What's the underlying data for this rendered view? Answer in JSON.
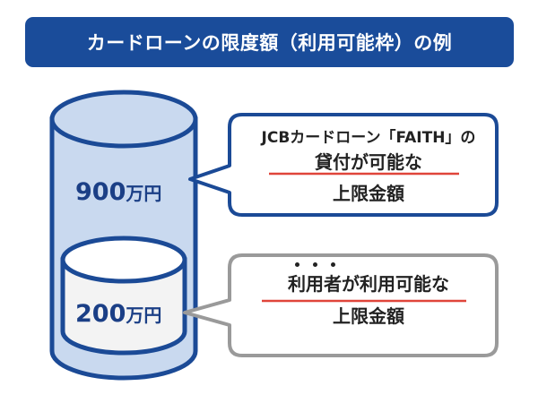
{
  "title": "カードローンの限度額（利用可能枠）の例",
  "outer_limit": {
    "number": "900",
    "unit": "万円"
  },
  "inner_limit": {
    "number": "200",
    "unit": "万円"
  },
  "callout_outer": {
    "line1": "JCBカードローン「FAITH」の",
    "line2": "貸付が可能な",
    "line3": "上限金額"
  },
  "callout_inner": {
    "emphasis_chars": [
      "利",
      "用",
      "者"
    ],
    "line2_rest": "が利用可能な",
    "line3": "上限金額"
  },
  "colors": {
    "banner": "#1a4c9a",
    "cylinder_outer_fill": "#c9d9ef",
    "cylinder_inner_fill": "#f3f3f3",
    "outline_blue": "#1b4a96",
    "outline_gray": "#9a9a9a",
    "underline_red": "#e0453a",
    "text_blue": "#1b3f86"
  }
}
